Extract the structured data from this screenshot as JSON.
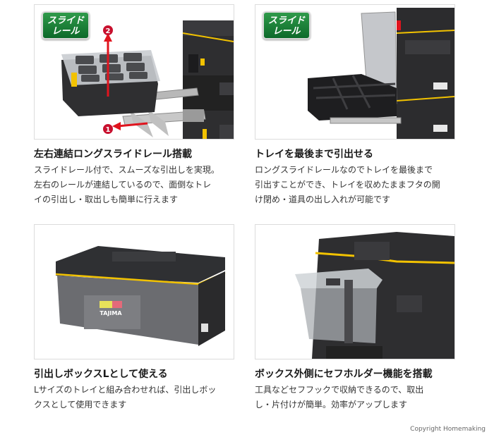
{
  "sections": [
    {
      "badge": [
        "スライド",
        "レール"
      ],
      "image": "slide-rail-tray-pulled-out-with-arrows",
      "arrows": {
        "one": "1",
        "two": "2"
      },
      "title": "左右連結ロングスライドレール搭載",
      "lines": [
        "スライドレール付で、スムーズな引出しを実現。",
        "左右のレールが連結しているので、面倒なトレ",
        "イの引出し・取出しも簡単に行えます"
      ]
    },
    {
      "badge": [
        "スライド",
        "レール"
      ],
      "image": "tray-fully-extended-with-lid-open",
      "title": "トレイを最後まで引出せる",
      "lines": [
        "ロングスライドレールなのでトレイを最後まで",
        "引出すことができ、トレイを収めたままフタの開",
        "け閉め・道具の出し入れが可能です"
      ]
    },
    {
      "image": "drawer-box-l-tajima",
      "logo": "TAJIMA",
      "title": "引出しボックスLとして使える",
      "lines": [
        "Lサイズのトレイと組み合わせれば、引出しボッ",
        "クスとして使用できます"
      ]
    },
    {
      "image": "box-side-holder-clear-case",
      "title": "ボックス外側にセフホルダー機能を搭載",
      "lines": [
        "工具などセフフックで収納できるので、取出",
        "し・片付けが簡単。効率がアップします"
      ]
    }
  ],
  "footer": {
    "copyright": "Copyright Homemaking"
  },
  "colors": {
    "badge_green": "#138034",
    "arrow_red": "#e0141e",
    "accent_yellow": "#f2c200",
    "box_black": "#2b2b2d"
  }
}
